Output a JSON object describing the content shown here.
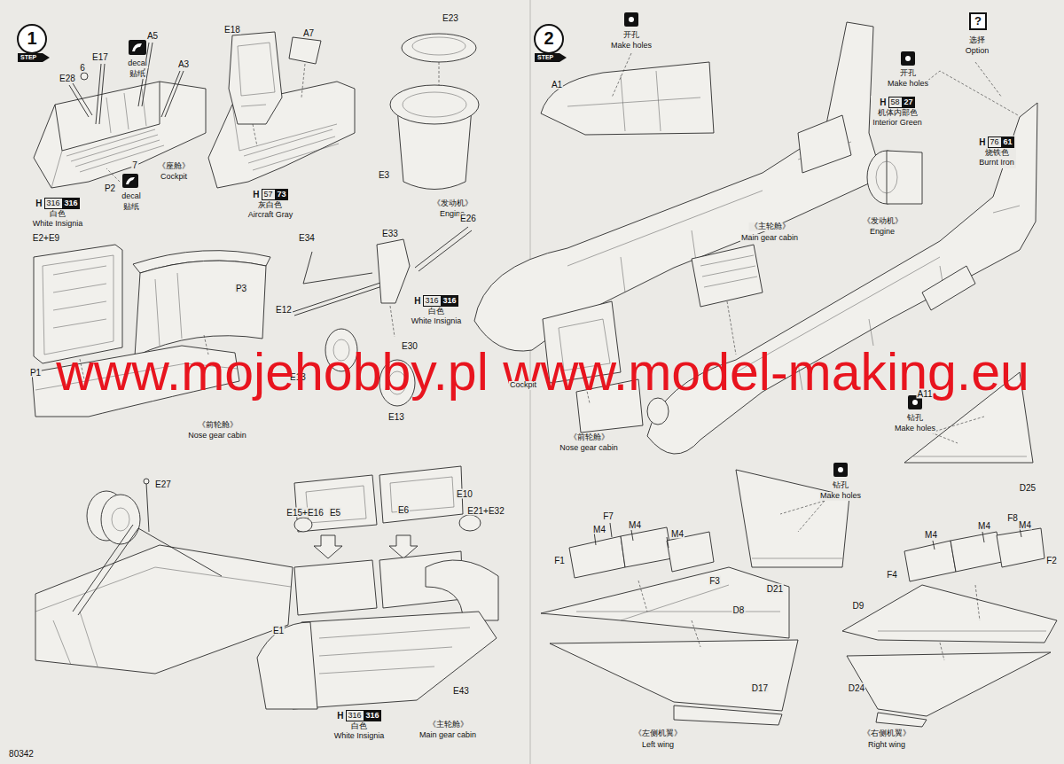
{
  "diagram": {
    "nodes": [
      {
        "text": [
          "1",
          "STEP"
        ]
      },
      {
        "text": [
          "H",
          "316",
          "316",
          "白色",
          "White Insignia"
        ]
      },
      {
        "text": [
          "H",
          "57",
          "73",
          "灰白色",
          "Aircraft Gray"
        ]
      },
      {
        "text": [
          "H",
          "316",
          "316",
          "白色",
          "White Insignia"
        ]
      },
      {
        "text": [
          "H",
          "316",
          "316",
          "白色",
          "White Insignia"
        ]
      },
      {
        "text": [
          "2",
          "STEP"
        ]
      },
      {
        "text": [
          "?"
        ]
      },
      {
        "text": [
          "H",
          "58",
          "27",
          "机体内部色",
          "Interior Green"
        ]
      },
      {
        "text": [
          "H",
          "76",
          "61",
          "烧铁色",
          "Burnt Iron"
        ]
      }
    ],
    "labels": [
      "decal",
      "贴纸",
      "A5",
      "E17",
      "6",
      "A3",
      "E28",
      "7",
      "P2",
      "decal",
      "贴纸",
      "《座舱》",
      "Cockpit",
      "E18",
      "A7",
      "E23",
      "E3",
      "《发动机》",
      "Engine",
      "E2+E9",
      "P3",
      "P1",
      "《前轮舱》",
      "Nose gear cabin",
      "E34",
      "E33",
      "E26",
      "E12",
      "E30",
      "E13",
      "E13",
      "E27",
      "E15+E16",
      "E5",
      "E6",
      "E21+E32",
      "E10",
      "E1",
      "E43",
      "《主轮舱》",
      "Main gear cabin",
      "80342",
      "www.mojehobby.pl www.model-making.eu",
      "开孔",
      "Make holes",
      "A1",
      "选择",
      "Option",
      "开孔",
      "Make holes",
      "《发动机》",
      "Engine",
      "《主轮舱》",
      "Main gear cabin",
      "Cockpit",
      "A11",
      "《前轮舱》",
      "Nose gear cabin",
      "钻孔",
      "Make holes",
      "D25",
      "钻孔",
      "Make holes",
      "D21",
      "F7",
      "M4",
      "M4",
      "M4",
      "F1",
      "F3",
      "D8",
      "D17",
      "《左侧机翼》",
      "Left wing",
      "M4",
      "M4",
      "F8",
      "M4",
      "F4",
      "F2",
      "D9",
      "D24",
      "《右侧机翼》",
      "Right wing"
    ]
  }
}
